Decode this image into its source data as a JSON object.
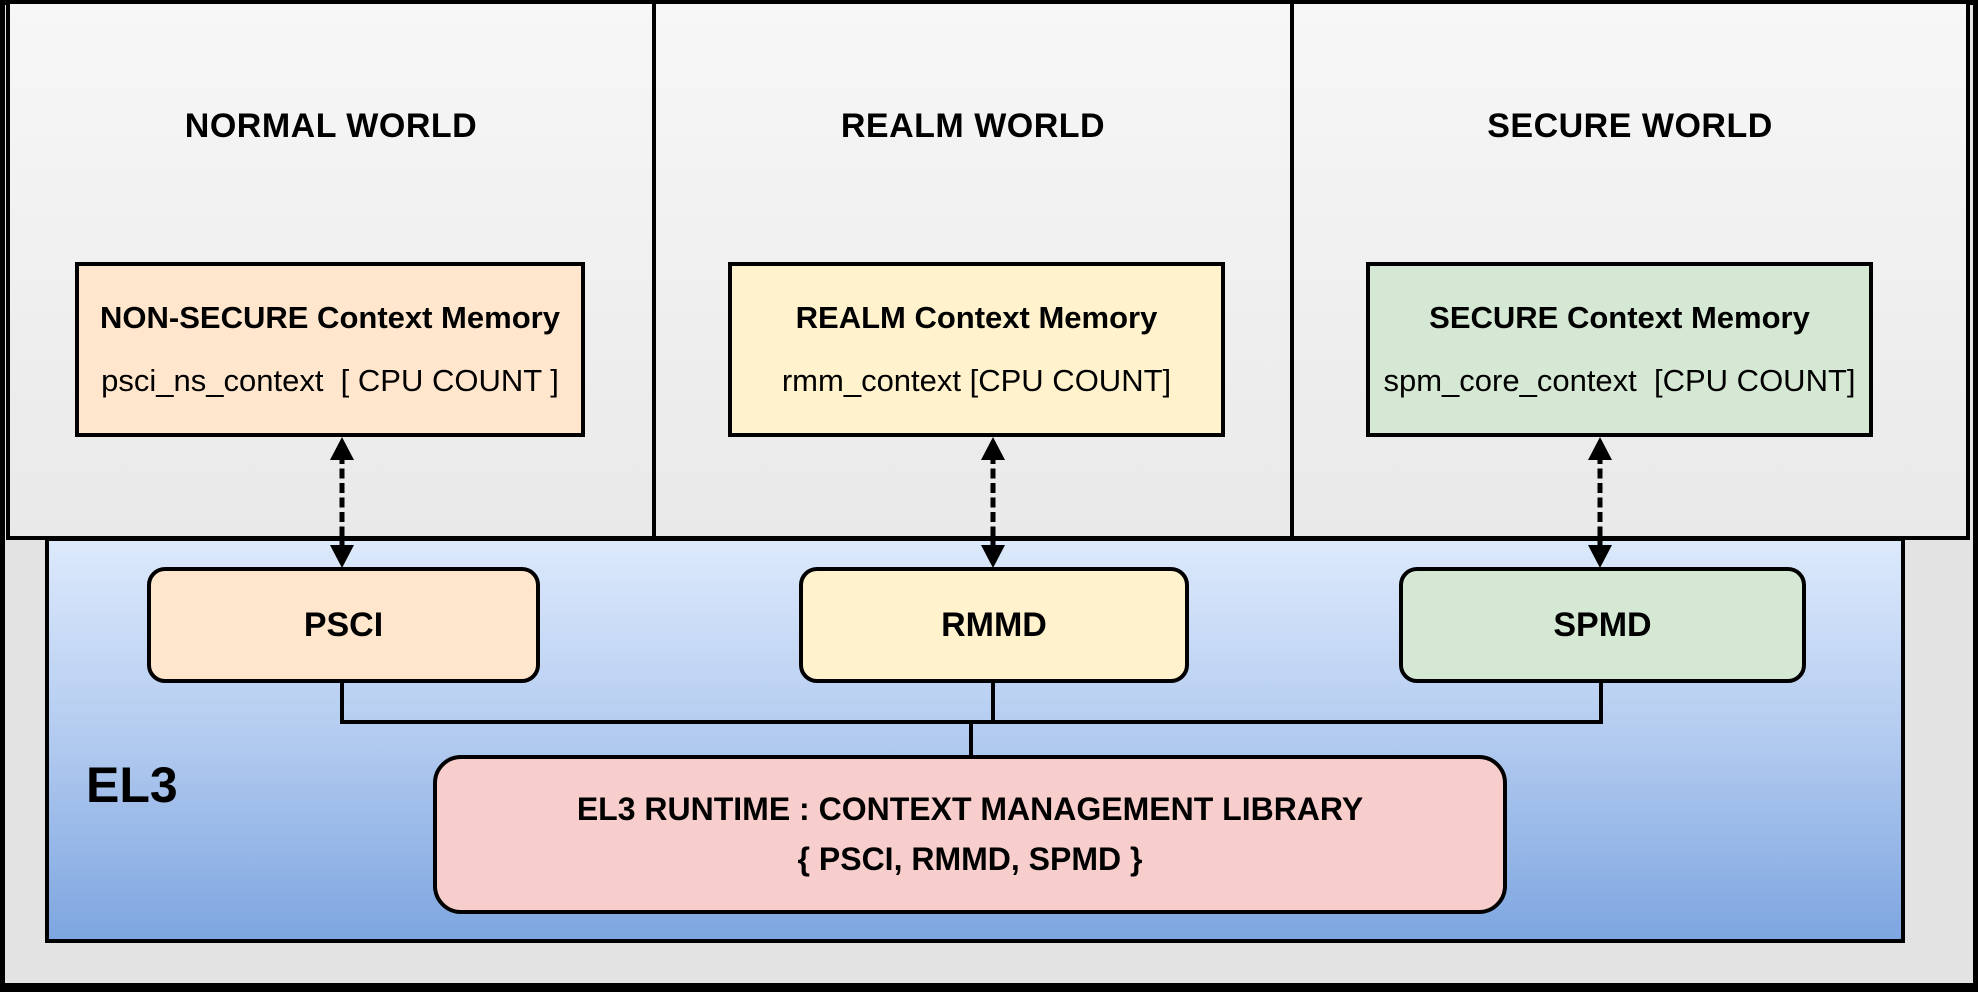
{
  "worlds": [
    {
      "title": "NORMAL WORLD",
      "memory": {
        "title": "NON-SECURE Context Memory",
        "detail": "psci_ns_context  [ CPU COUNT ]",
        "fill": "#FFE6CC"
      }
    },
    {
      "title": "REALM WORLD",
      "memory": {
        "title": "REALM Context Memory",
        "detail": "rmm_context [CPU COUNT]",
        "fill": "#FFF2CC"
      }
    },
    {
      "title": "SECURE WORLD",
      "memory": {
        "title": "SECURE Context Memory",
        "detail": "spm_core_context  [CPU COUNT]",
        "fill": "#D5E8D4"
      }
    }
  ],
  "el3": {
    "label": "EL3",
    "dispatchers": [
      {
        "label": "PSCI",
        "fill": "#FFE6CC"
      },
      {
        "label": "RMMD",
        "fill": "#FFF2CC"
      },
      {
        "label": "SPMD",
        "fill": "#D5E8D4"
      }
    ],
    "runtime": {
      "line1": "EL3 RUNTIME : CONTEXT MANAGEMENT LIBRARY",
      "line2": "{ PSCI, RMMD, SPMD }",
      "fill": "#F8CECC"
    },
    "fill_top": "#DCE9FB",
    "fill_bottom": "#7EA6E0"
  },
  "colors": {
    "line": "#000000",
    "world_fill_top": "#F7F7F7",
    "world_fill_bottom": "#E9E9E9",
    "page_bg": "#E3E3E3"
  }
}
